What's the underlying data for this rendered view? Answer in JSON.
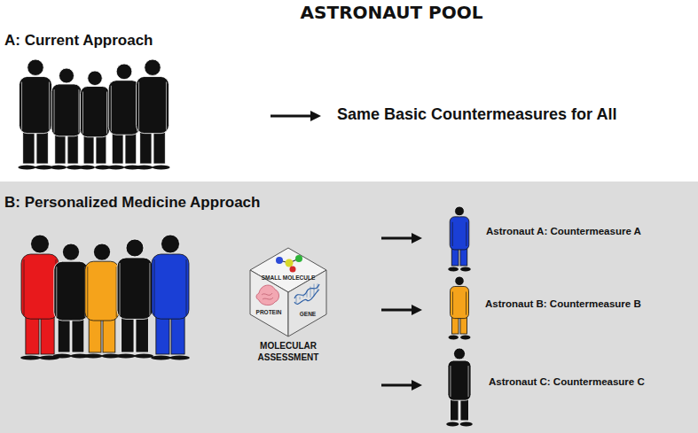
{
  "diagram": {
    "title": "ASTRONAUT POOL",
    "nodes": [
      {
        "text": [
          "B: Personalized Medicine Approach"
        ]
      },
      {
        "text": [
          "PROTEIN",
          "SMALL MOLECULE",
          "GENE",
          "MOLECULAR ASSESSMENT"
        ],
        "in": 0
      }
    ],
    "labels": [
      "A: Current Approach",
      "Same Basic Countermeasures for All",
      "Astronaut A: Countermeasure A",
      "Astronaut B: Countermeasure B",
      "Astronaut C: Countermeasure C"
    ]
  }
}
